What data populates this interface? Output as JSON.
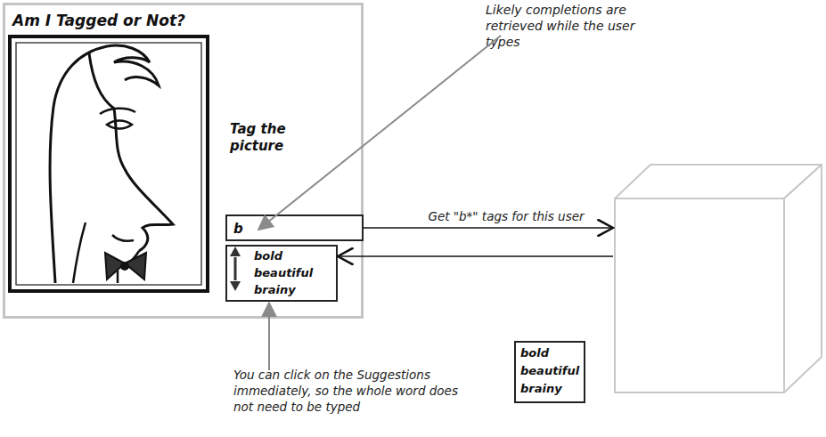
{
  "diagram": {
    "nodes": [
      {
        "text": [
          "Am I Tagged or Not?",
          "Tag the picture"
        ]
      },
      {
        "text": [
          "b"
        ],
        "in": 0
      },
      {
        "text": [
          "bold",
          "beautiful",
          "brainy"
        ],
        "in": 0
      },
      {
        "text": []
      },
      {
        "text": [
          "bold",
          "beautiful",
          "brainy"
        ]
      }
    ],
    "edges": [
      {
        "from": 1,
        "to": 3,
        "arrow": "to",
        "label": "Get \"b*\" tags for this user"
      },
      {
        "from": 3,
        "to": 2,
        "arrow": "to"
      }
    ],
    "labels": [
      "Likely completions are retrieved while the user types",
      "You can click on the Suggestions immediately, so the whole word does not need to be typed"
    ]
  }
}
